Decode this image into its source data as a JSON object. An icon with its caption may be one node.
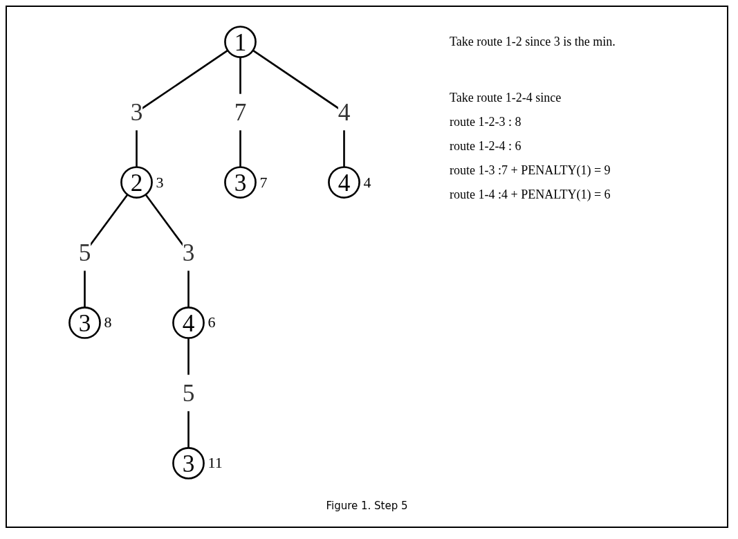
{
  "diagram": {
    "caption": "Figure 1. Step 5",
    "nodes": [
      {
        "text": [
          "1"
        ]
      },
      {
        "text": [
          "2"
        ],
        "beside": [
          "3"
        ]
      },
      {
        "text": [
          "3"
        ],
        "beside": [
          "7"
        ]
      },
      {
        "text": [
          "4"
        ],
        "beside": [
          "4"
        ]
      },
      {
        "text": [
          "3"
        ],
        "beside": [
          "8"
        ]
      },
      {
        "text": [
          "4"
        ],
        "beside": [
          "6"
        ]
      },
      {
        "text": [
          "3"
        ],
        "beside": [
          "11"
        ]
      }
    ],
    "edges": [
      {
        "from": 0,
        "to": 1,
        "arrow": "none",
        "label": "3"
      },
      {
        "from": 0,
        "to": 2,
        "arrow": "none",
        "label": "7"
      },
      {
        "from": 0,
        "to": 3,
        "arrow": "none",
        "label": "4"
      },
      {
        "from": 1,
        "to": 4,
        "arrow": "none",
        "label": "5"
      },
      {
        "from": 1,
        "to": 5,
        "arrow": "none",
        "label": "3"
      },
      {
        "from": 5,
        "to": 6,
        "arrow": "none",
        "label": "5"
      }
    ],
    "labels": [
      "Take route 1-2 since 3 is the min.",
      "Take route 1-2-4 since",
      "route 1-2-3 : 8",
      "route 1-2-4 : 6",
      "route 1-3 :7 + PENALTY(1) = 9",
      "route 1-4 :4 + PENALTY(1) = 6"
    ]
  }
}
